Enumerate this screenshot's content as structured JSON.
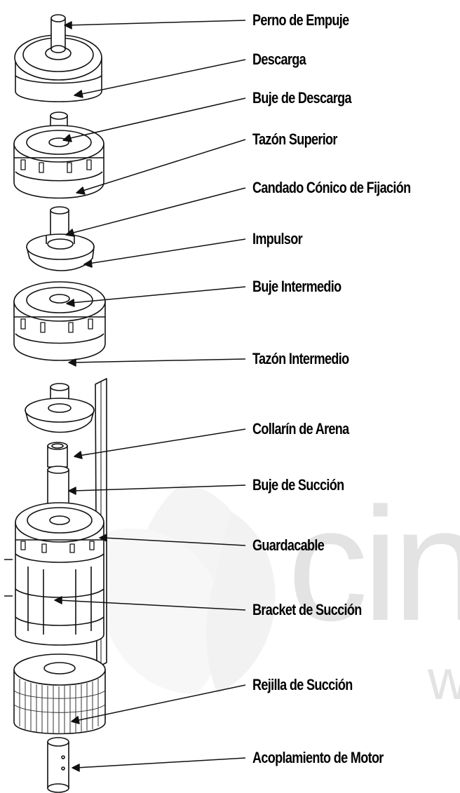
{
  "watermark": {
    "text": "cin",
    "subtext": "w"
  },
  "parts": [
    {
      "id": "perno-de-empuje",
      "label": "Perno de Empuje"
    },
    {
      "id": "descarga",
      "label": "Descarga"
    },
    {
      "id": "buje-de-descarga",
      "label": "Buje de Descarga"
    },
    {
      "id": "tazon-superior",
      "label": "Tazón Superior"
    },
    {
      "id": "candado-conico",
      "label": "Candado Cónico de Fijación"
    },
    {
      "id": "impulsor",
      "label": "Impulsor"
    },
    {
      "id": "buje-intermedio",
      "label": "Buje Intermedio"
    },
    {
      "id": "tazon-intermedio",
      "label": "Tazón Intermedio"
    },
    {
      "id": "collarin-de-arena",
      "label": "Collarín de Arena"
    },
    {
      "id": "buje-de-succion",
      "label": "Buje de Succión"
    },
    {
      "id": "guardacable",
      "label": "Guardacable"
    },
    {
      "id": "bracket-de-succion",
      "label": "Bracket de Succión"
    },
    {
      "id": "rejilla-de-succion",
      "label": "Rejilla de Succión"
    },
    {
      "id": "acoplamiento-de-motor",
      "label": "Acoplamiento de Motor"
    }
  ]
}
